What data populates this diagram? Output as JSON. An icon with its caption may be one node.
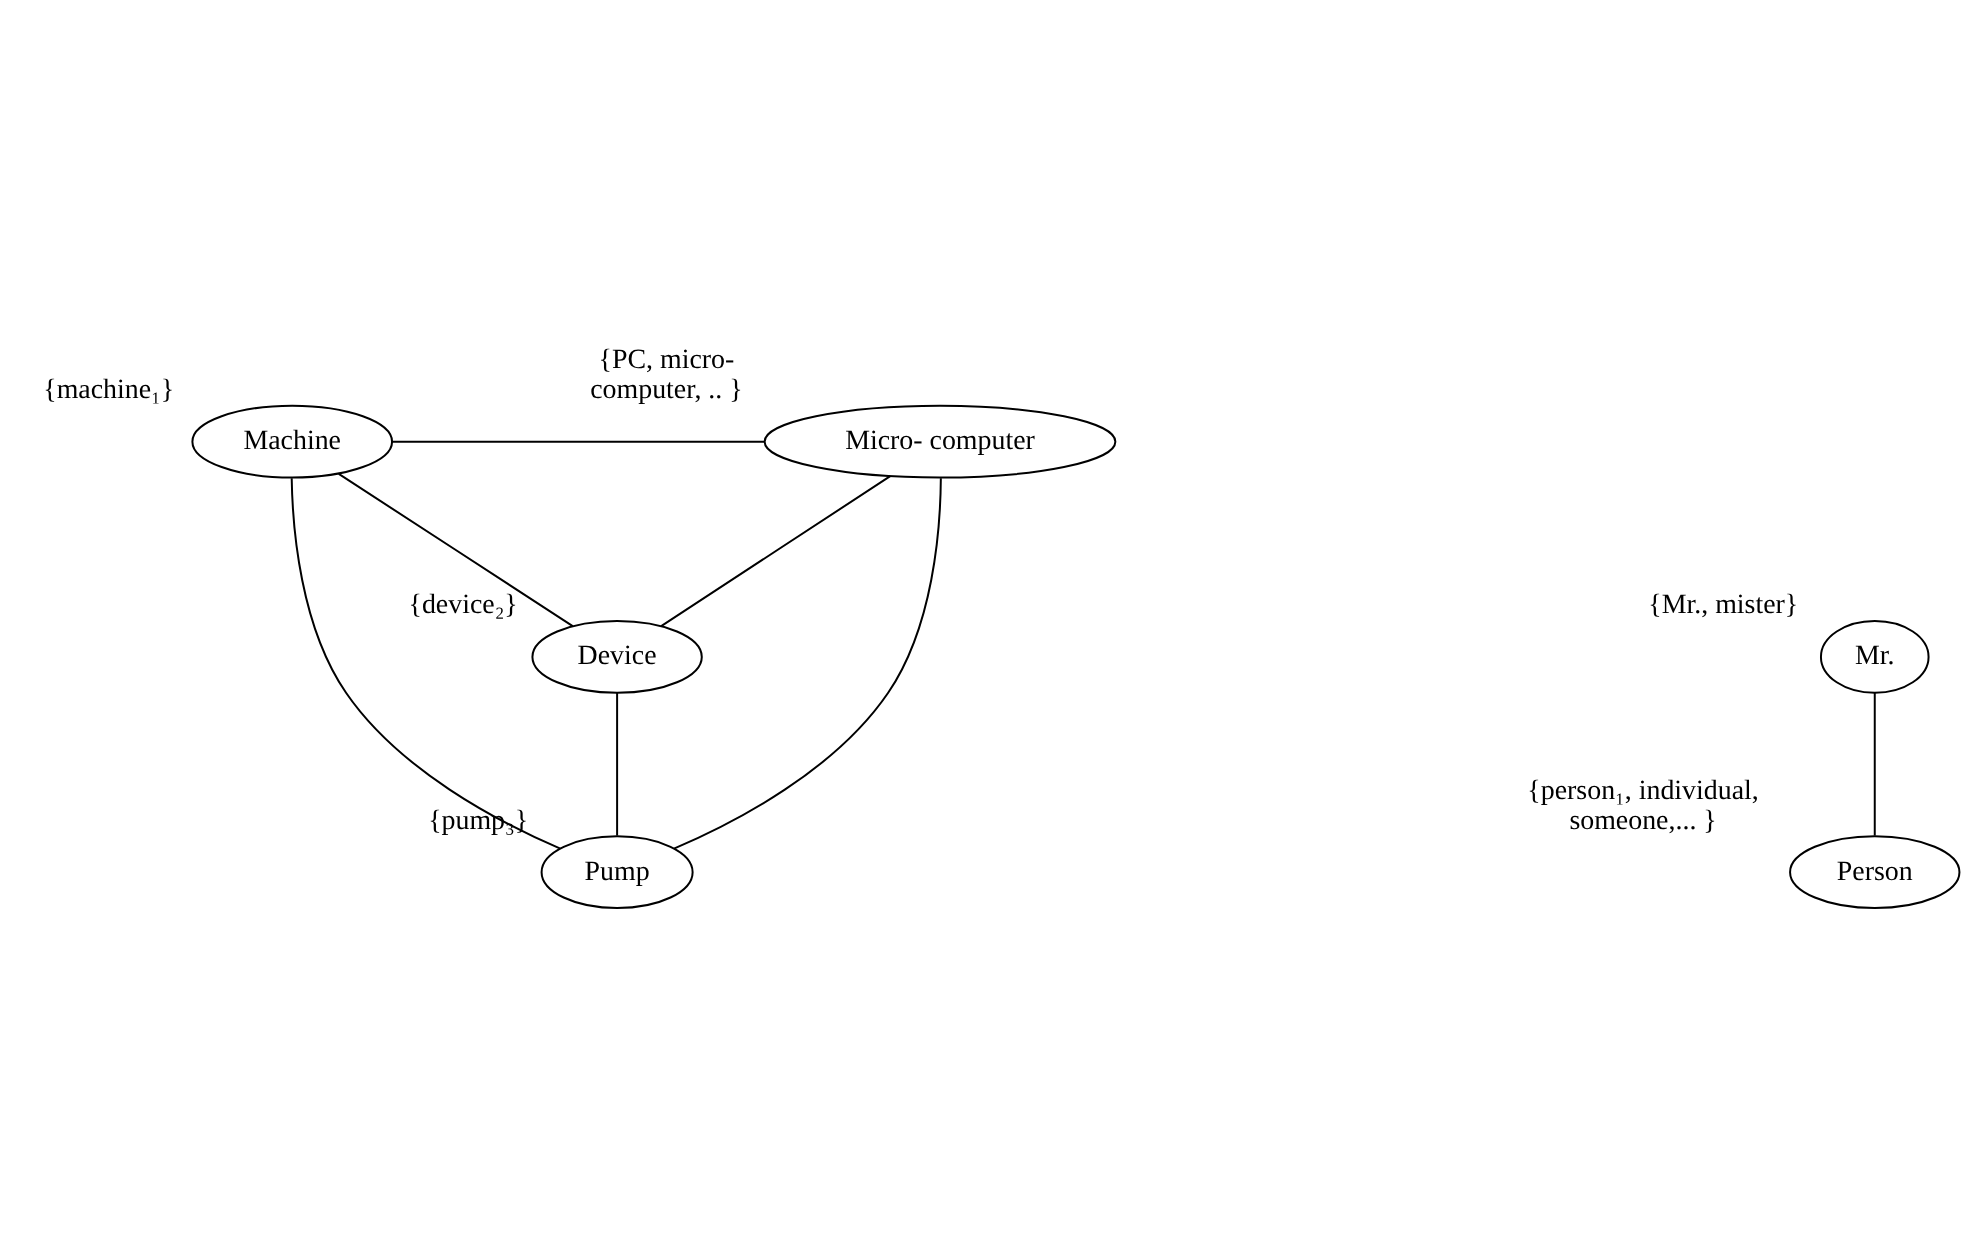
{
  "diagram": {
    "nodes": [
      {
        "text": [
          "Machine"
        ],
        "beside": [
          "{machine₁}"
        ]
      },
      {
        "text": [
          "Micro- computer"
        ],
        "beside": [
          "{PC, micro- computer, .. }"
        ]
      },
      {
        "text": [
          "Mr."
        ],
        "beside": [
          "{Mr., mister}"
        ]
      },
      {
        "text": [
          "Device"
        ],
        "beside": [
          "{device₂}"
        ]
      },
      {
        "text": [
          "Pump"
        ],
        "beside": [
          "{pump₃}"
        ]
      },
      {
        "text": [
          "Person"
        ],
        "beside": [
          "{person₁, individual, someone,... }"
        ]
      }
    ],
    "edges": [
      {
        "from": 0,
        "to": 1,
        "arrow": "none"
      },
      {
        "from": 0,
        "to": 3,
        "arrow": "none"
      },
      {
        "from": 0,
        "to": 4,
        "arrow": "none"
      },
      {
        "from": 1,
        "to": 3,
        "arrow": "none"
      },
      {
        "from": 1,
        "to": 4,
        "arrow": "none"
      },
      {
        "from": 3,
        "to": 4,
        "arrow": "none"
      },
      {
        "from": 2,
        "to": 5,
        "arrow": "none"
      }
    ]
  }
}
